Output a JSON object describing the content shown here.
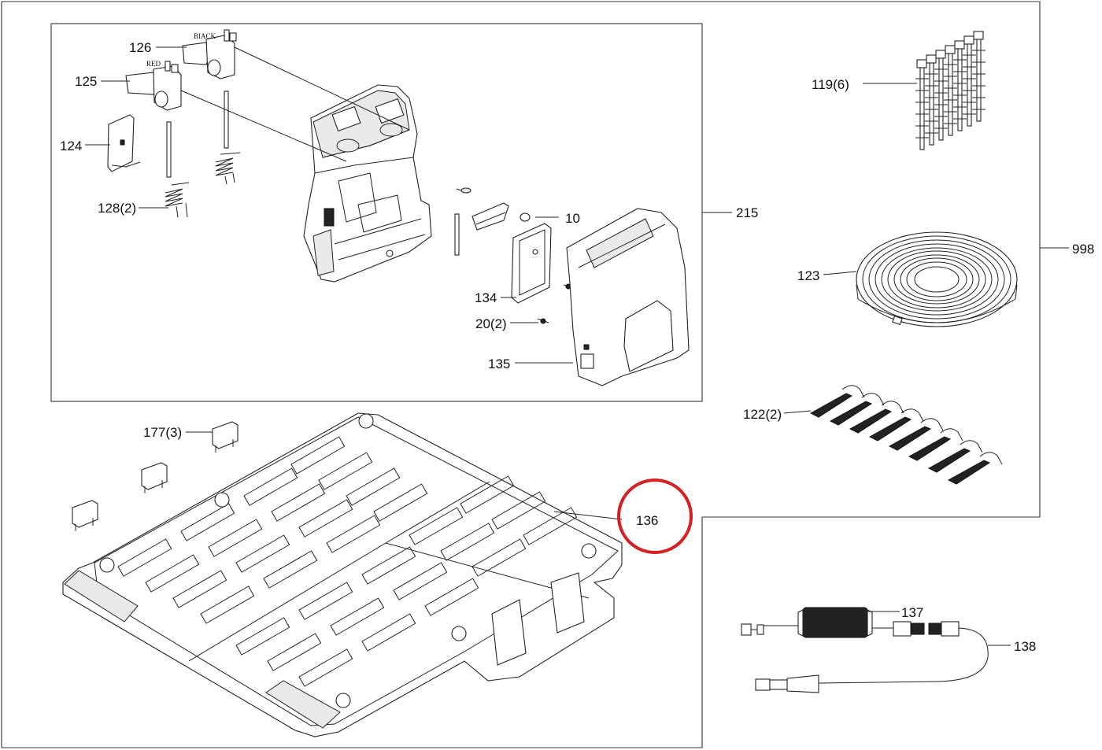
{
  "callouts": {
    "p126": "126",
    "p125": "125",
    "p124": "124",
    "p128": "128(2)",
    "p10": "10",
    "p134": "134",
    "p20": "20(2)",
    "p135": "135",
    "p215": "215",
    "p119": "119(6)",
    "p123": "123",
    "p998": "998",
    "p122": "122(2)",
    "p177": "177(3)",
    "p136": "136",
    "p137": "137",
    "p138": "138"
  },
  "wire_tags": {
    "black": "BIACK",
    "red": "RED"
  },
  "highlight": {
    "target": "136",
    "color": "#d62020"
  },
  "icons": {
    "highlight_ring": "red-circle-highlight-icon",
    "spring": "spring-icon",
    "peg": "peg-icon",
    "plug": "plug-icon"
  }
}
